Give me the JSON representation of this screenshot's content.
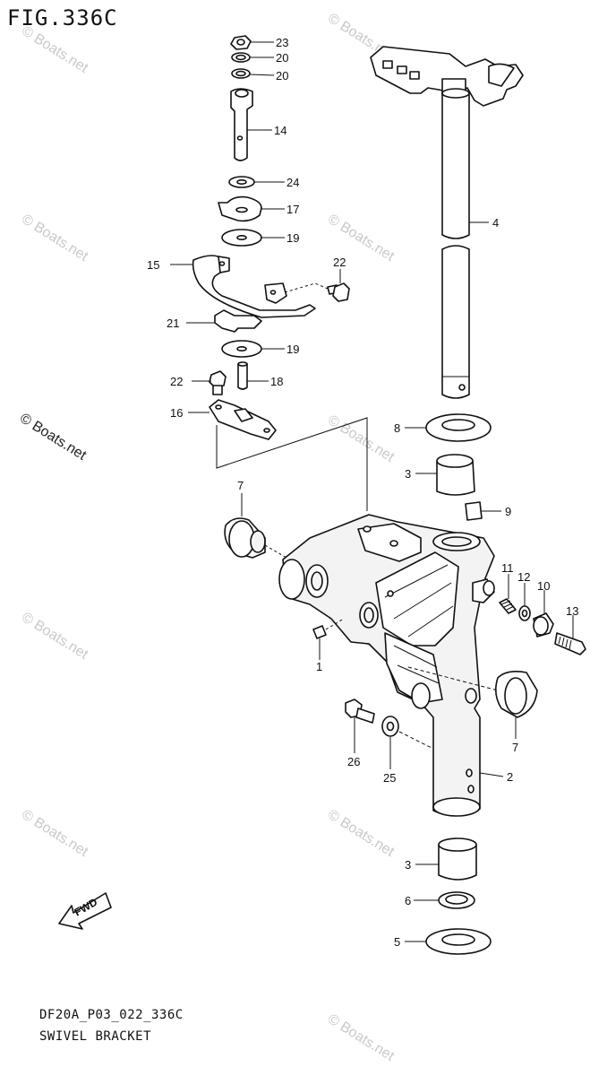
{
  "figure": {
    "title": "FIG.336C",
    "code": "DF20A_P03_022_336C",
    "name": "SWIVEL BRACKET"
  },
  "watermark": {
    "text": "© Boats.net",
    "color": "#c9c9c9"
  },
  "fwd_arrow": {
    "label": "FWD"
  },
  "callouts": [
    {
      "id": "c23",
      "label": "23"
    },
    {
      "id": "c20a",
      "label": "20"
    },
    {
      "id": "c20b",
      "label": "20"
    },
    {
      "id": "c14",
      "label": "14"
    },
    {
      "id": "c24",
      "label": "24"
    },
    {
      "id": "c17",
      "label": "17"
    },
    {
      "id": "c19a",
      "label": "19"
    },
    {
      "id": "c15",
      "label": "15"
    },
    {
      "id": "c22a",
      "label": "22"
    },
    {
      "id": "c21",
      "label": "21"
    },
    {
      "id": "c19b",
      "label": "19"
    },
    {
      "id": "c22b",
      "label": "22"
    },
    {
      "id": "c18",
      "label": "18"
    },
    {
      "id": "c16",
      "label": "16"
    },
    {
      "id": "c4",
      "label": "4"
    },
    {
      "id": "c8",
      "label": "8"
    },
    {
      "id": "c3a",
      "label": "3"
    },
    {
      "id": "c9",
      "label": "9"
    },
    {
      "id": "c7a",
      "label": "7"
    },
    {
      "id": "c11",
      "label": "11"
    },
    {
      "id": "c12",
      "label": "12"
    },
    {
      "id": "c10",
      "label": "10"
    },
    {
      "id": "c13",
      "label": "13"
    },
    {
      "id": "c1",
      "label": "1"
    },
    {
      "id": "c7b",
      "label": "7"
    },
    {
      "id": "c26",
      "label": "26"
    },
    {
      "id": "c25",
      "label": "25"
    },
    {
      "id": "c2",
      "label": "2"
    },
    {
      "id": "c3b",
      "label": "3"
    },
    {
      "id": "c6",
      "label": "6"
    },
    {
      "id": "c5",
      "label": "5"
    }
  ]
}
